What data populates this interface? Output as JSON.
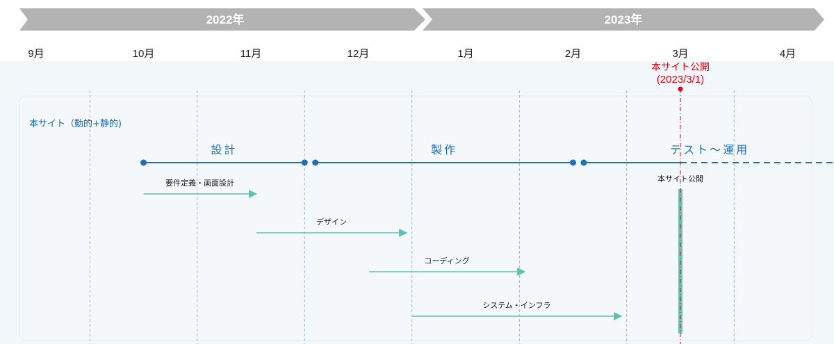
{
  "years": [
    {
      "label": "2022年",
      "color": "#b3b3b3"
    },
    {
      "label": "2023年",
      "color": "#b3b3b3"
    }
  ],
  "months": [
    "9月",
    "10月",
    "11月",
    "12月",
    "1月",
    "2月",
    "3月",
    "4月"
  ],
  "lane": {
    "label": "本サイト（動的+静的)"
  },
  "milestone": {
    "title": "本サイト公開",
    "date": "(2023/3/1)",
    "color": "#e60012",
    "month_position": 6.0
  },
  "phases": [
    {
      "label": "設計",
      "start": 1.0,
      "end": 2.5,
      "style": "solid"
    },
    {
      "label": "製作",
      "start": 2.6,
      "end": 5.0,
      "style": "solid"
    },
    {
      "label": "テスト～運用",
      "start": 5.1,
      "end": 7.6,
      "solid_until": 6.0,
      "style": "solid-then-dashed"
    }
  ],
  "tasks": [
    {
      "label": "要件定義・画面設計",
      "start": 1.0,
      "end": 2.05
    },
    {
      "label": "デザイン",
      "start": 2.05,
      "end": 3.45
    },
    {
      "label": "コーディング",
      "start": 3.1,
      "end": 4.55
    },
    {
      "label": "システム・インフラ",
      "start": 3.5,
      "end": 5.45
    }
  ],
  "launch_bar": {
    "label": "本サイト公開",
    "position": 6.0
  },
  "colors": {
    "phase_line": "#1f6fb5",
    "task_arrow": "#5fbfb0",
    "launch_bar": "#6cc2b3",
    "panel_bg": "#f2f7fa",
    "grid_line": "#7a8fc8"
  }
}
